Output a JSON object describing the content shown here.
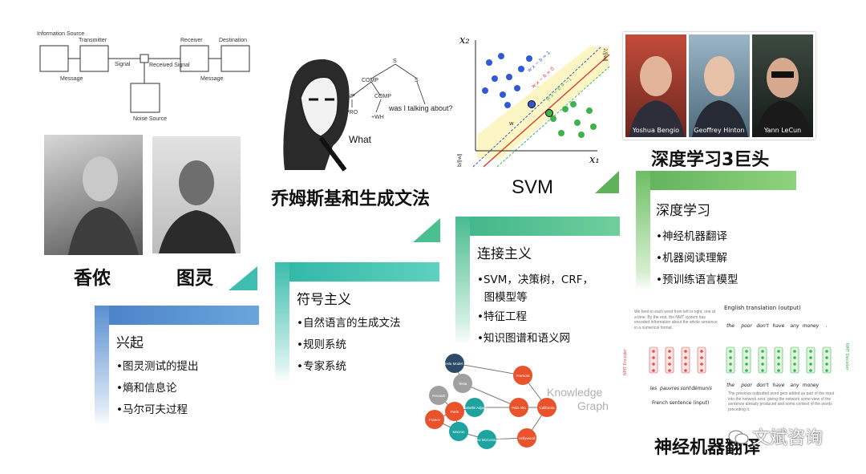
{
  "shannon_diagram": {
    "information_source": "Information Source",
    "transmitter": "Transmitter",
    "signal": "Signal",
    "received_signal": "Received Signal",
    "receiver": "Receiver",
    "destination": "Destination",
    "message_left": "Message",
    "message_right": "Message",
    "noise_source": "Noise Source"
  },
  "chomsky_tree": {
    "s_top": "S",
    "comp_left": "COMP",
    "s_right": "S",
    "np": "NP",
    "comp_mid": "COMP",
    "pro": "PRO",
    "wh": "+WH",
    "leaf": "was I talking about?",
    "what": "What"
  },
  "captions": {
    "shannon": "香侬",
    "turing": "图灵",
    "chomsky": "乔姆斯基和生成文法",
    "svm": "SVM",
    "giants": "深度学习3巨头",
    "nmt": "神经机器翻译"
  },
  "svm_plot": {
    "x_label": "x₁",
    "y_label": "x₂",
    "margin_label": "2/‖w‖",
    "line_upper": "w·x − b = 1",
    "line_mid": "w·x − b = 0",
    "line_lower": "w·x − b = −1",
    "b_label": "b/‖w‖",
    "w_label": "w"
  },
  "giants": [
    "Yoshua Bengio",
    "Geoffrey Hinton",
    "Yann LeCun"
  ],
  "stages": [
    {
      "title": "兴起",
      "items": [
        "•图灵测试的提出",
        "•熵和信息论",
        "•马尔可夫过程"
      ]
    },
    {
      "title": "符号主义",
      "items": [
        "•自然语言的生成文法",
        "•规则系统",
        "•专家系统"
      ]
    },
    {
      "title": "连接主义",
      "items": [
        "•SVM，决策树，CRF，",
        "  图模型等",
        "•特征工程",
        "•知识图谱和语义网"
      ]
    },
    {
      "title": "深度学习",
      "items": [
        "•神经机器翻译",
        "•机器阅读理解",
        "•预训练语言模型"
      ]
    }
  ],
  "knowledge_graph": {
    "label_line1": "Knowledge",
    "label_line2": "Graph",
    "nodes": [
      "Tesla Model S",
      "Tesla",
      "Renault",
      "Fremont",
      "Palo Alto",
      "California",
      "Paris",
      "Isabelle Adjani",
      "France",
      "Macron",
      "Hollywood",
      "Andrew McConaughey"
    ]
  },
  "nmt": {
    "title": "English translation (output)",
    "output_words": [
      "the",
      "poor",
      "don't",
      "have",
      "any",
      "money",
      "."
    ],
    "input_words": [
      "les",
      "pauvres",
      "sont",
      "démunis"
    ],
    "input_label": "French sentence (input)",
    "encoder_label": "NMT Encoder",
    "decoder_label": "NMT Decoder",
    "note_top": "We feed in each word from left to right, one at a time. By the end, the NMT system has encoded information about the whole sentence in a numerical format.",
    "note_bottom": "The previous outputted word gets added as part of the input into the network next, giving the network some view of the sentence already produced and some context of the words preceding it."
  },
  "watermark": "文斌咨询",
  "colors": {
    "stage1": "#5b8fd0",
    "stage2": "#44c2b0",
    "stage3": "#56c49a",
    "stage4": "#7cc46a",
    "svm_blue": "#2e5ad8",
    "svm_green": "#3db34a",
    "kg_red": "#e8532c",
    "kg_teal": "#1fa3a0"
  }
}
